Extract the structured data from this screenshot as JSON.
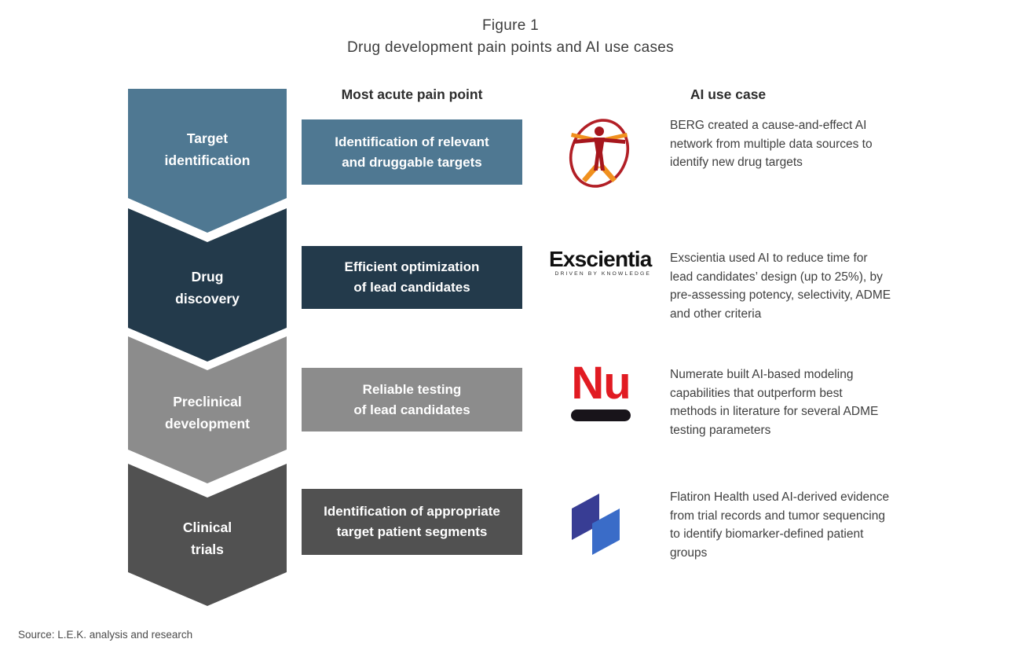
{
  "figure": {
    "label": "Figure 1",
    "title": "Drug development pain points and AI use cases"
  },
  "column_headers": {
    "pain_point": "Most acute pain point",
    "ai_use_case": "AI use case"
  },
  "stages": [
    {
      "name": "Target\nidentification",
      "color": "#4f7892",
      "pain_point": "Identification of relevant\nand druggable targets",
      "logo": "berg-vitruvian-man-logo",
      "use_case": "BERG created a cause-and-effect AI\nnetwork from multiple data sources to\nidentify new drug targets"
    },
    {
      "name": "Drug\ndiscovery",
      "color": "#233a4b",
      "pain_point": "Efficient optimization\nof lead candidates",
      "logo": "exscientia-logo",
      "use_case": "Exscientia used AI to reduce time for\nlead candidates’ design (up to 25%), by\npre-assessing potency, selectivity, ADME\nand other criteria"
    },
    {
      "name": "Preclinical\ndevelopment",
      "color": "#8c8c8c",
      "pain_point": "Reliable testing\nof lead candidates",
      "logo": "numerate-logo",
      "use_case": "Numerate built AI-based modeling\ncapabilities that outperform best\nmethods in literature for several ADME\ntesting parameters"
    },
    {
      "name": "Clinical\ntrials",
      "color": "#515151",
      "pain_point": "Identification of appropriate\ntarget patient segments",
      "logo": "flatiron-health-logo",
      "use_case": "Flatiron Health used AI-derived evidence\nfrom trial records and tumor sequencing\nto identify biomarker-defined patient\ngroups"
    }
  ],
  "logos": {
    "exscientia": {
      "wordmark": "Exscientia",
      "tagline": "DRIVEN BY KNOWLEDGE"
    },
    "numerate": {
      "monogram": "Nu"
    }
  },
  "logo_colors": {
    "berg_red": "#b21f26",
    "berg_figure_red": "#a6161d",
    "berg_orange": "#f0901e",
    "numerate_red": "#e11b22",
    "numerate_bar_black": "#18141a",
    "exscientia_black": "#101010",
    "flatiron_indigo": "#383d94",
    "flatiron_blue": "#3a6cc8"
  },
  "source": "Source: L.E.K. analysis and research"
}
